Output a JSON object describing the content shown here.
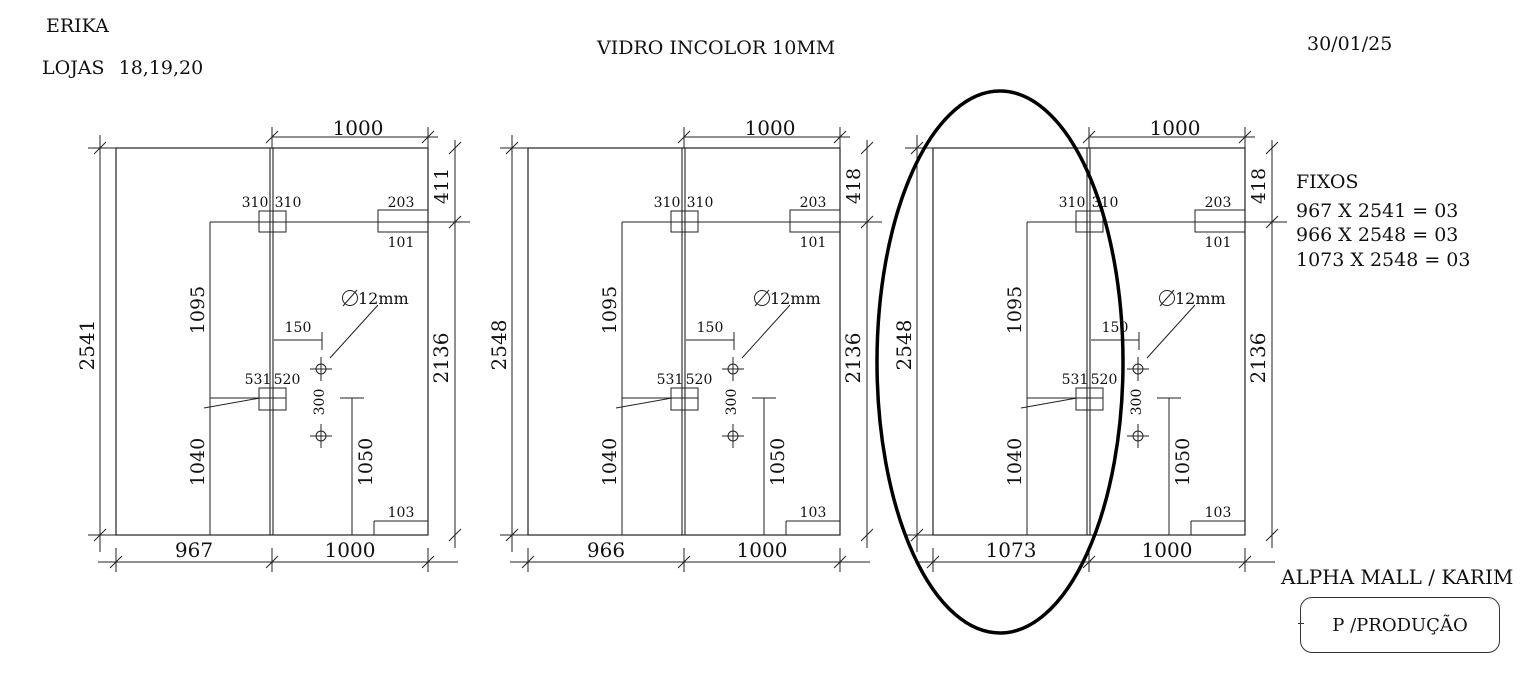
{
  "header": {
    "client": "ERIKA",
    "stores_label": "LOJAS",
    "stores": "18,19,20",
    "material": "VIDRO INCOLOR 10MM",
    "date": "30/01/25"
  },
  "summary": {
    "title": "FIXOS",
    "lines": [
      "967 X 2541 = 03",
      "966 X 2548 = 03",
      "1073 X 2548 = 03"
    ]
  },
  "footer": {
    "project": "ALPHA MALL / KARIM",
    "stamp": "P /PRODUÇÃO"
  },
  "panels": [
    {
      "fixed_width": "967",
      "door_width": "1000",
      "top_width": "1000",
      "total_height": "2541",
      "top_height": "411",
      "door_height": "2136",
      "hinge_top_left": "310",
      "hinge_top_right": "310",
      "hinge_mid_left": "531",
      "hinge_mid_right": "520",
      "h_upper": "1095",
      "h_lower": "1040",
      "handle_height": "1050",
      "handle_offset": "150",
      "handle_spacing": "300",
      "hole": "∅12mm",
      "lock_top_w": "203",
      "lock_top_h": "101",
      "lock_bottom": "103",
      "circled": false
    },
    {
      "fixed_width": "966",
      "door_width": "1000",
      "top_width": "1000",
      "total_height": "2548",
      "top_height": "418",
      "door_height": "2136",
      "hinge_top_left": "310",
      "hinge_top_right": "310",
      "hinge_mid_left": "531",
      "hinge_mid_right": "520",
      "h_upper": "1095",
      "h_lower": "1040",
      "handle_height": "1050",
      "handle_offset": "150",
      "handle_spacing": "300",
      "hole": "∅12mm",
      "lock_top_w": "203",
      "lock_top_h": "101",
      "lock_bottom": "103",
      "circled": false
    },
    {
      "fixed_width": "1073",
      "door_width": "1000",
      "top_width": "1000",
      "total_height": "2548",
      "top_height": "418",
      "door_height": "2136",
      "hinge_top_left": "310",
      "hinge_top_right": "310",
      "hinge_mid_left": "531",
      "hinge_mid_right": "520",
      "h_upper": "1095",
      "h_lower": "1040",
      "handle_height": "1050",
      "handle_offset": "150",
      "handle_spacing": "300",
      "hole": "∅12mm",
      "lock_top_w": "203",
      "lock_top_h": "101",
      "lock_bottom": "103",
      "circled": true
    }
  ]
}
